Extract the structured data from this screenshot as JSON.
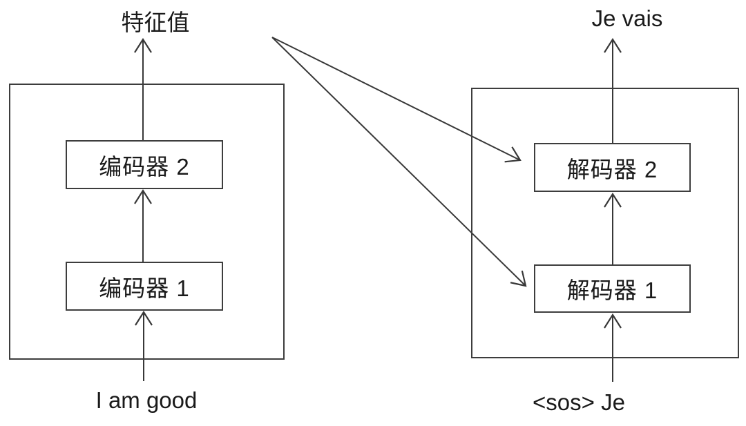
{
  "diagram": {
    "type": "encoder-decoder sequence-to-sequence architecture",
    "colors": {
      "background": "#ffffff",
      "line": "#383838",
      "box_border": "#3d3d3d",
      "text": "#1a1a1a"
    },
    "encoder_panel": {
      "output_label": "特征值",
      "input_label": "I am good",
      "blocks": [
        {
          "label": "编码器 1"
        },
        {
          "label": "编码器 2"
        }
      ]
    },
    "decoder_panel": {
      "output_label": "Je vais",
      "input_label": "<sos> Je",
      "blocks": [
        {
          "label": "解码器 1"
        },
        {
          "label": "解码器 2"
        }
      ]
    },
    "edges": [
      {
        "from": "encoder-input",
        "to": "encoder-1"
      },
      {
        "from": "encoder-1",
        "to": "encoder-2"
      },
      {
        "from": "encoder-2",
        "to": "encoder-output"
      },
      {
        "from": "encoder-output",
        "to": "decoder-2"
      },
      {
        "from": "encoder-output",
        "to": "decoder-1"
      },
      {
        "from": "decoder-input",
        "to": "decoder-1"
      },
      {
        "from": "decoder-1",
        "to": "decoder-2"
      },
      {
        "from": "decoder-2",
        "to": "decoder-output"
      }
    ]
  }
}
